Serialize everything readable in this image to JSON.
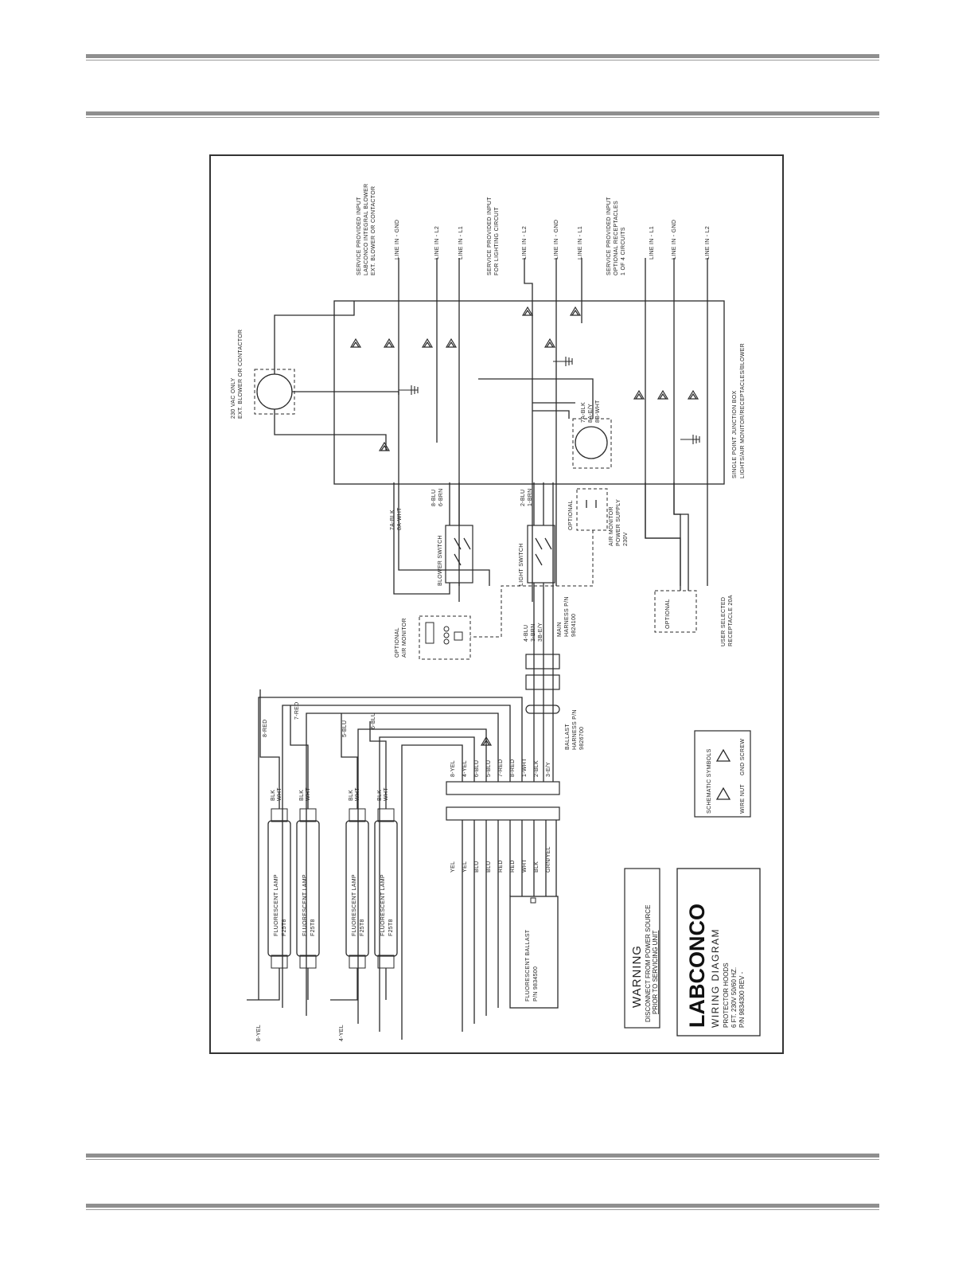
{
  "junction_box": {
    "title": "SINGLE POINT JUNCTION BOX",
    "subtitle": "LIGHTS/AIR MONITOR/RECEPTACLES/BLOWER"
  },
  "service_inputs": [
    {
      "heading": [
        "SERVICE PROVIDED INPUT",
        "LABCONCO INTEGRAL BLOWER",
        "EXT. BLOWER OR CONTACTOR"
      ],
      "lines": [
        "LINE IN - GND",
        "LINE IN - L2",
        "LINE IN - L1"
      ]
    },
    {
      "heading": [
        "SERVICE PROVIDED INPUT",
        "FOR LIGHTING CIRCUIT"
      ],
      "lines": [
        "LINE IN - L2",
        "LINE IN - GND",
        "LINE IN - L1"
      ]
    },
    {
      "heading": [
        "SERVICE PROVIDED INPUT",
        "OPTIONAL RECEPTACLES",
        "1 OF 4 CIRCUITS"
      ],
      "lines": [
        "LINE IN - L1",
        "LINE IN - GND",
        "LINE IN - L2"
      ]
    }
  ],
  "blower": {
    "label": [
      "230 VAC ONLY",
      "EXT. BLOWER OR CONTACTOR"
    ]
  },
  "switches": {
    "blower": {
      "name": "BLOWER SWITCH",
      "wires": [
        "8-BLU",
        "6-BRN"
      ]
    },
    "light": {
      "name": "LIGHT SWITCH",
      "wires": [
        "2-BLU",
        "1-BRN"
      ]
    }
  },
  "blower_wires": [
    "7A-BLK",
    "8A-WHT"
  ],
  "receptacle_wires": [
    "7A-BLK",
    "8A-E/Y",
    "8B-WHT"
  ],
  "air_monitor_power": {
    "label": [
      "OPTIONAL",
      "AIR MONITOR",
      "POWER SUPPLY",
      "230V"
    ]
  },
  "air_monitor": {
    "label": [
      "OPTIONAL",
      "AIR MONITOR"
    ]
  },
  "main_harness": {
    "label": [
      "MAIN",
      "HARNESS P/N",
      "9824100"
    ],
    "wires": [
      "4-BLU",
      "3-BRN",
      "3B-E/Y"
    ]
  },
  "ballast_harness": {
    "label": [
      "BALLAST",
      "HARNESS P/N",
      "9826700"
    ]
  },
  "terminal_wires": [
    "8-YEL",
    "4-YEL",
    "6-BLU",
    "5-BLU",
    "7-RED",
    "8-RED",
    "1-WHT",
    "2-BLK",
    "3-E/Y"
  ],
  "ballast_wires": [
    "YEL",
    "YEL",
    "BLU",
    "BLU",
    "RED",
    "RED",
    "WHT",
    "BLK",
    "GRN/YEL"
  ],
  "lamps": [
    {
      "name": "FLUORESCENT LAMP",
      "part": "F25T8",
      "lead": "8-RED"
    },
    {
      "name": "FLUORESCENT LAMP",
      "part": "F25T8",
      "lead": "7-RED"
    },
    {
      "name": "FLUORESCENT LAMP",
      "part": "F25T8",
      "lead": "5-BLU"
    },
    {
      "name": "FLUORESCENT LAMP",
      "part": "F25T8",
      "lead": "6-BLU"
    }
  ],
  "lamp_end_wires": [
    "BLK",
    "WHT"
  ],
  "lamp_yellow_leads": [
    "8-YEL",
    "4-YEL"
  ],
  "ballast": {
    "name": "FLUORESCENT BALLAST",
    "part": "P/N 9834500"
  },
  "receptacle_option": {
    "label": [
      "OPTIONAL"
    ],
    "caption": [
      "USER SELECTED",
      "RECEPTACLE 20A"
    ]
  },
  "schematic_symbols": {
    "title": "SCHEMATIC SYMBOLS",
    "items": [
      "WIRE NUT",
      "GND SCREW"
    ]
  },
  "warning": {
    "title": "WARNING",
    "lines": [
      "DISCONNECT FROM POWER SOURCE",
      "PRIOR TO SERVICING UNIT"
    ]
  },
  "title_block": {
    "brand": "LABCONCO",
    "title": "WIRING DIAGRAM",
    "lines": [
      "PROTECTOR HOODS",
      "6 FT. 230V 50/60 HZ.",
      "P/N 9834300 REV -"
    ]
  }
}
